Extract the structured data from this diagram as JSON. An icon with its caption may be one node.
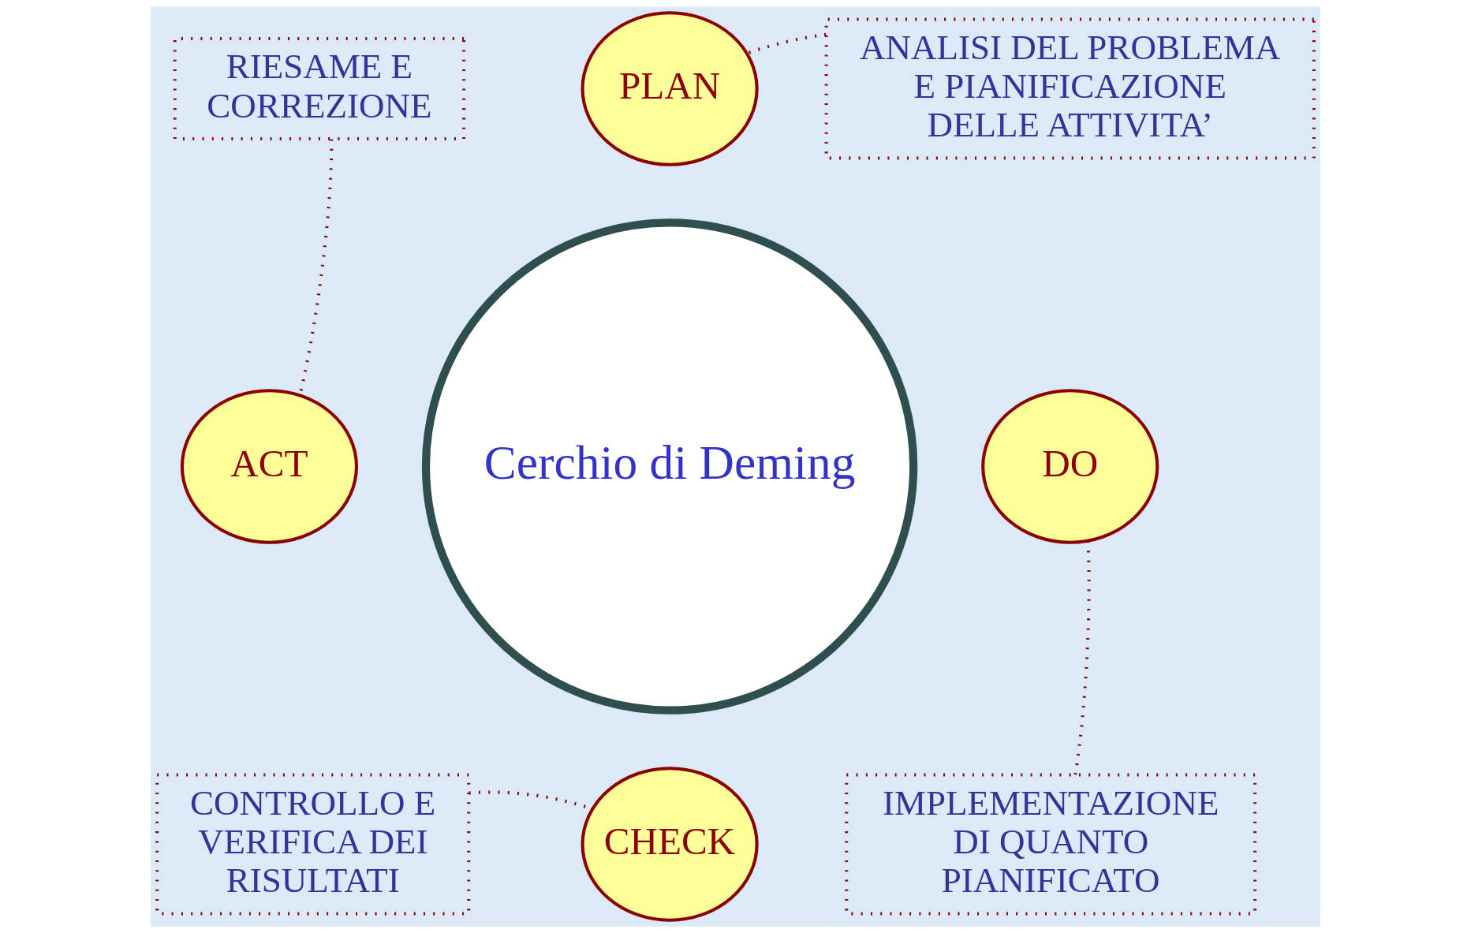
{
  "diagram": {
    "nodes": [
      {
        "text": [
          "Cerchio di Deming"
        ]
      },
      {
        "text": [
          "PLAN"
        ]
      },
      {
        "text": [
          "DO"
        ]
      },
      {
        "text": [
          "CHECK"
        ]
      },
      {
        "text": [
          "ACT"
        ]
      },
      {
        "text": [
          "ANALISI DEL PROBLEMA E PIANIFICAZIONE DELLE ATTIVITA’"
        ]
      },
      {
        "text": [
          "RIESAME E CORREZIONE"
        ]
      },
      {
        "text": [
          "IMPLEMENTAZIONE DI QUANTO PIANIFICATO"
        ]
      },
      {
        "text": [
          "CONTROLLO E VERIFICA DEI RISULTATI"
        ]
      }
    ],
    "edges": [
      {
        "from": 5,
        "to": 1,
        "arrow": "none",
        "style": "dashed"
      },
      {
        "from": 6,
        "to": 4,
        "arrow": "none",
        "style": "dashed"
      },
      {
        "from": 7,
        "to": 2,
        "arrow": "none",
        "style": "dashed"
      },
      {
        "from": 8,
        "to": 3,
        "arrow": "none",
        "style": "dashed"
      }
    ]
  }
}
